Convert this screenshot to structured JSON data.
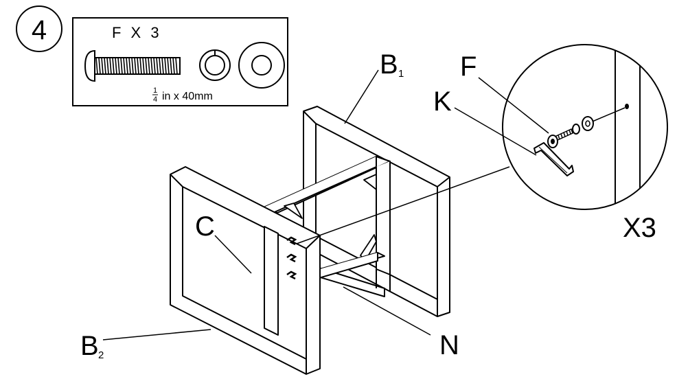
{
  "step": {
    "number": "4"
  },
  "hardware_box": {
    "qty_label": "F X 3",
    "size_fraction_num": "1",
    "size_fraction_den": "4",
    "size_rest": "in x 40mm"
  },
  "labels": {
    "b1_letter": "B",
    "b1_sub": "1",
    "b2_letter": "B",
    "b2_sub": "2",
    "c": "C",
    "n": "N",
    "f": "F",
    "k": "K",
    "multiplier": "X3"
  }
}
